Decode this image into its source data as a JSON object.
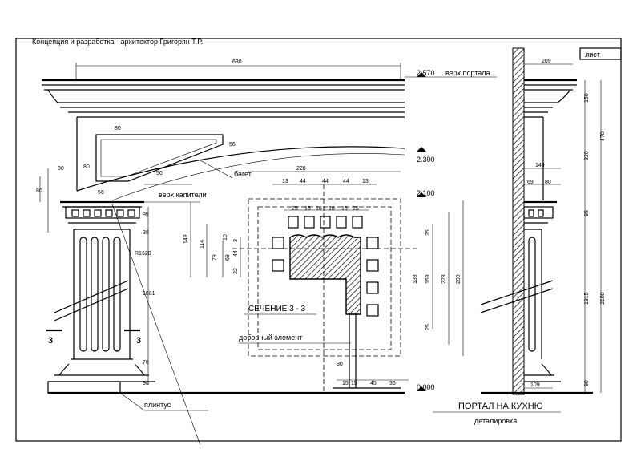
{
  "header": {
    "credit": "Концепция и разработка - архитектор Григорян Т.Р."
  },
  "title_block": {
    "sheet_label": "лист",
    "title": "ПОРТАЛ НА КУХНЮ",
    "subtitle": "деталировка"
  },
  "levels": {
    "top": "2.570",
    "top_label": "верх портала",
    "arch": "2.300",
    "capital": "2.100",
    "capital_label": "верх капители",
    "floor": "0.000"
  },
  "labels": {
    "baget": "багет",
    "section": "СЕЧЕНИЕ  3 - 3",
    "extra": "доборный элемент",
    "plinth": "плинтус",
    "cut": "3"
  },
  "dims": {
    "front": {
      "w630": "630",
      "d80a": "80",
      "d56a": "56",
      "d80b": "80",
      "d80c": "80",
      "d50": "50",
      "d80d": "80",
      "d56b": "56",
      "r1620": "R1620",
      "d95": "95",
      "d38": "38",
      "d1881": "1881",
      "d76": "76",
      "d90": "90"
    },
    "section": {
      "d228": "228",
      "d13a": "13",
      "d44a": "44",
      "d44b": "44",
      "d44c": "44",
      "d13b": "13",
      "d25a": "25",
      "d15": "15",
      "d16a": "16",
      "d16b": "16",
      "d16c": "16",
      "d25b": "25",
      "d149": "149",
      "d114": "114",
      "d79": "79",
      "d69": "69",
      "d44v": "44",
      "d22": "22",
      "d10": "10",
      "d3": "3",
      "d25c": "25",
      "d138": "138",
      "d158": "158",
      "d228v": "228",
      "d298": "298",
      "d25d": "25",
      "d30": "30",
      "d15b": "15",
      "d15c": "15",
      "d45": "45",
      "d35": "35"
    },
    "side": {
      "d209": "209",
      "d150": "150",
      "d470": "470",
      "d320": "320",
      "d149": "149",
      "d69": "69",
      "d80": "80",
      "d95": "95",
      "d1915": "1915",
      "d2100": "2100",
      "d109": "109",
      "d90": "90"
    }
  }
}
